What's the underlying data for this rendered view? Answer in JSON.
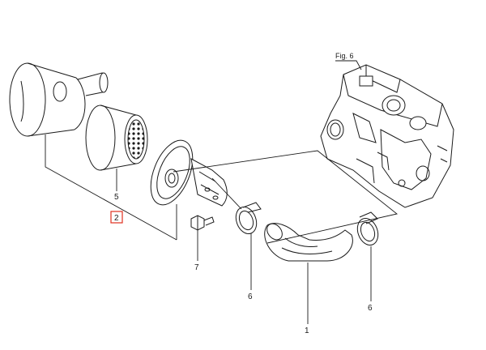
{
  "diagram": {
    "fig_ref": "Fig. 6",
    "callouts": [
      {
        "id": "c5",
        "number": "5"
      },
      {
        "id": "c2",
        "number": "2",
        "highlighted": true
      },
      {
        "id": "c7",
        "number": "7"
      },
      {
        "id": "c6a",
        "number": "6"
      },
      {
        "id": "c6b",
        "number": "6"
      },
      {
        "id": "c1",
        "number": "1"
      }
    ],
    "colors": {
      "line": "#1a1a1a",
      "highlight_box": "#e0301e",
      "background": "#ffffff"
    }
  }
}
